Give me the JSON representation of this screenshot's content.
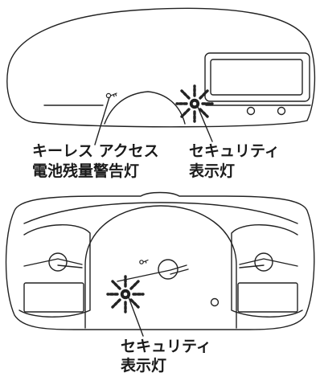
{
  "labels": {
    "keyless_line1": "キーレス アクセス",
    "keyless_line2": "電池残量警告灯",
    "security_top_line1": "セキュリティ",
    "security_top_line2": "表示灯",
    "security_bottom_line1": "セキュリティ",
    "security_bottom_line2": "表示灯"
  },
  "colors": {
    "stroke": "#222222",
    "text": "#1a1a1a",
    "background": "#ffffff"
  },
  "icons": {
    "keyless_battery": "key-battery-icon",
    "security": "security-blink-icon"
  }
}
